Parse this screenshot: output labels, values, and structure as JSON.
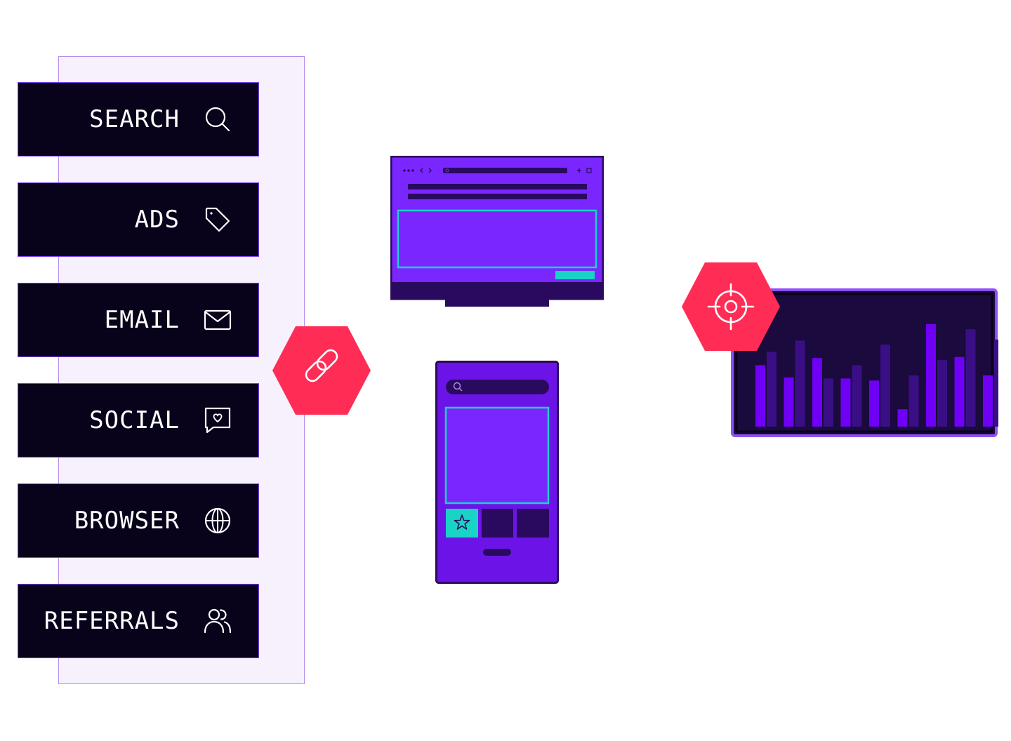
{
  "channels": [
    {
      "label": "SEARCH",
      "icon": "search-icon"
    },
    {
      "label": "ADS",
      "icon": "tag-icon"
    },
    {
      "label": "EMAIL",
      "icon": "envelope-icon"
    },
    {
      "label": "SOCIAL",
      "icon": "chat-heart-icon"
    },
    {
      "label": "BROWSER",
      "icon": "globe-icon"
    },
    {
      "label": "REFERRALS",
      "icon": "users-icon"
    }
  ],
  "icons": {
    "connector": "link-icon",
    "target": "target-icon",
    "favorite": "star-icon",
    "mobile_search": "search-icon"
  },
  "colors": {
    "dark": "#08021a",
    "purple": "#7b3ff2",
    "violet": "#7a27ff",
    "deep_purple": "#2a0a5e",
    "teal": "#19d3c5",
    "accent_red": "#ff2d55",
    "panel_bg": "#f6f1fd"
  },
  "chart_data": {
    "type": "bar",
    "title": "",
    "xlabel": "",
    "ylabel": "",
    "ylim": [
      0,
      100
    ],
    "grid": false,
    "legend": "none",
    "series": [
      {
        "values": [
          60,
          48,
          67,
          47,
          45,
          17,
          100,
          68,
          50
        ]
      },
      {
        "values": [
          73,
          84,
          47,
          60,
          80,
          50,
          65,
          95,
          85
        ]
      }
    ]
  }
}
